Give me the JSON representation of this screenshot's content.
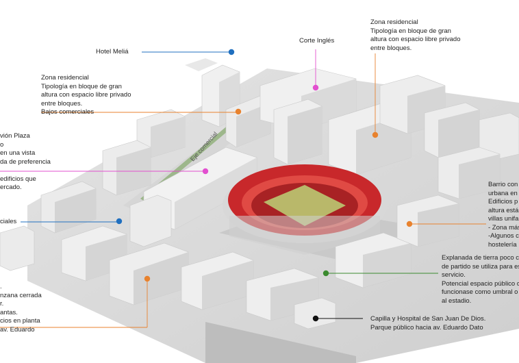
{
  "labels": {
    "hotel": "Hotel Meliá",
    "corte": "Corte Inglés",
    "eje": "Eje comercial",
    "zona_left": [
      "Zona residencial",
      "Tipología en bloque de gran",
      "altura con espacio libre privado",
      "entre bloques.",
      "Bajos comerciales"
    ],
    "zona_right": [
      "Zona residencial",
      "Tipología en bloque de gran",
      "altura con espacio libre privado",
      "entre bloques."
    ],
    "pabellon": [
      "vión Plaza",
      "o",
      "en una vista",
      "da de preferencia",
      "",
      "edificios que",
      "ercado."
    ],
    "ciales": "ciales",
    "manzana": [
      ".",
      "nzana cerrada",
      "r.",
      "antas.",
      "cios en planta",
      "av. Eduardo"
    ],
    "barrio": [
      "Barrio con",
      "urbana en",
      "Edificios p",
      "altura está",
      "villas unifa",
      "- Zona más",
      "-Algunos c",
      "hostelería"
    ],
    "explanada": [
      "Explanada de tierra poco cu",
      "de partido se utiliza para es",
      "servicio.",
      " Potencial espacio público d",
      "funcionase como umbral o",
      "al estadio."
    ],
    "capilla": [
      "Capilla y Hospital de San Juan De Dios.",
      "Parque público  hacia av. Eduardo Dato"
    ]
  },
  "colors": {
    "blue": "#1f6fbf",
    "orange": "#e8822e",
    "pink": "#e24fcf",
    "green": "#3a8a2e",
    "black": "#111111",
    "stadium_red": "#c8282b",
    "pitch": "#b9b86a"
  }
}
